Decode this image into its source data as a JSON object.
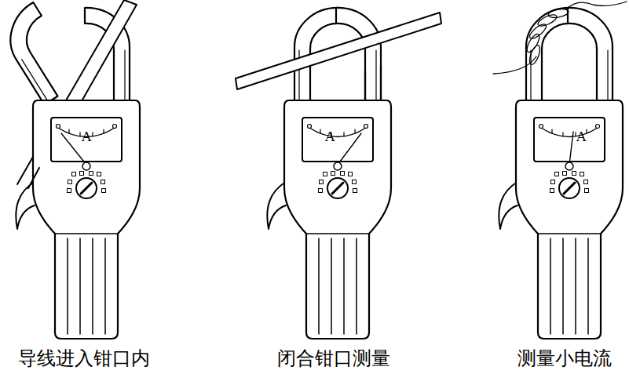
{
  "diagram": {
    "labels": [
      "A",
      "导线进入钳口内",
      "A",
      "闭合钳口测量",
      "A",
      "测量小电流"
    ]
  }
}
